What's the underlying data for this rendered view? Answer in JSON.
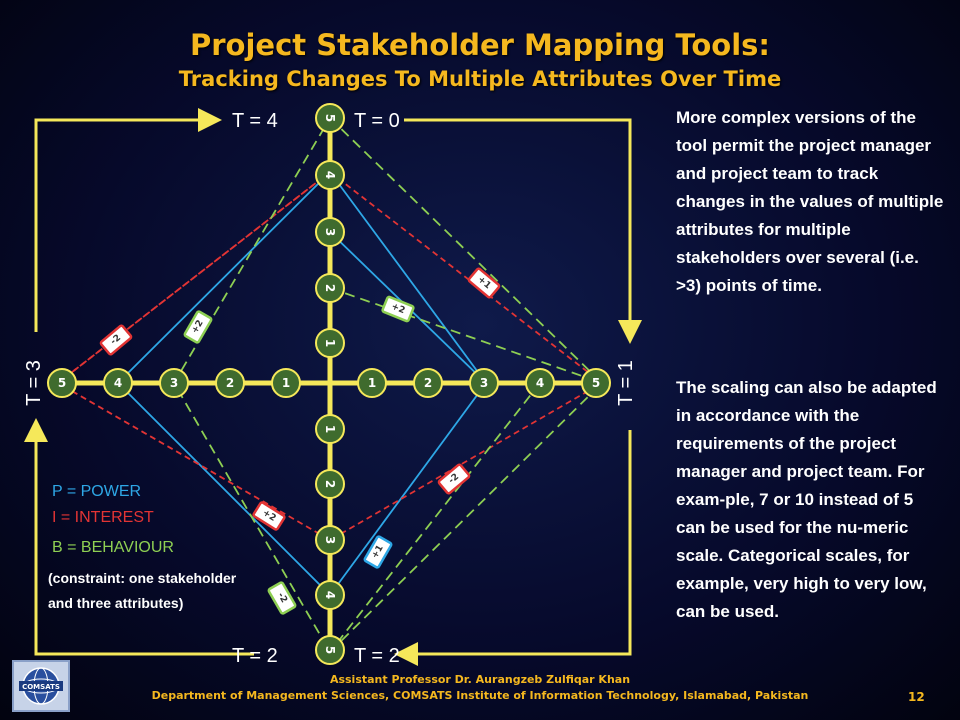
{
  "header": {
    "title": "Project Stakeholder Mapping Tools:",
    "subtitle": "Tracking Changes To Multiple Attributes Over Time"
  },
  "diagram": {
    "time_labels": {
      "t4_top": "T = 4",
      "t0_top": "T = 0",
      "t3_left": "T = 3",
      "t1_right": "T = 1",
      "t2_bottom_left": "T = 2",
      "t2_bottom_right": "T = 2"
    },
    "vertical_top_ticks": [
      "5",
      "4",
      "3",
      "2",
      "1"
    ],
    "vertical_bottom_ticks": [
      "1",
      "2",
      "3",
      "4",
      "5"
    ],
    "horizontal_left_ticks": [
      "5",
      "4",
      "3",
      "2",
      "1"
    ],
    "horizontal_right_ticks": [
      "1",
      "2",
      "3",
      "4",
      "5"
    ],
    "change_badges": [
      {
        "text": "-2",
        "color": "#e23434"
      },
      {
        "text": "+2",
        "color": "#8ecf53"
      },
      {
        "text": "+2",
        "color": "#8ecf53"
      },
      {
        "text": "+1",
        "color": "#e23434"
      },
      {
        "text": "-2",
        "color": "#e23434"
      },
      {
        "text": "+2",
        "color": "#e23434"
      },
      {
        "text": "+1",
        "color": "#2ea7e6"
      },
      {
        "text": "-2",
        "color": "#8ecf53"
      }
    ],
    "colors": {
      "axis": "#f5e85a",
      "tick_fill": "#3f6b2e",
      "power": "#2ea7e6",
      "interest": "#e23434",
      "behaviour": "#8ecf53",
      "arrow": "#f5e85a"
    }
  },
  "legend": {
    "power": "P = POWER",
    "interest": "I = INTEREST",
    "behaviour": "B = BEHAVIOUR",
    "constraint": "(constraint: one stakeholder and three attributes)"
  },
  "body": {
    "paragraph1": "More complex versions of the tool permit the project manager and project team to track changes in the values of multiple attributes for multiple stakeholders over several (i.e. >3) points of time.",
    "paragraph2": "The scaling can also be adapted in accordance with the requirements of the project manager and project team. For exam-ple, 7 or 10 instead of 5 can be used for the nu-meric scale. Categorical scales, for example, very high to very low, can be used."
  },
  "footer": {
    "author": "Assistant Professor Dr. Aurangzeb Zulfiqar Khan",
    "department": "Department of Management Sciences, COMSATS Institute of Information Technology, Islamabad, Pakistan",
    "page": "12",
    "logo_text": "COMSATS"
  }
}
